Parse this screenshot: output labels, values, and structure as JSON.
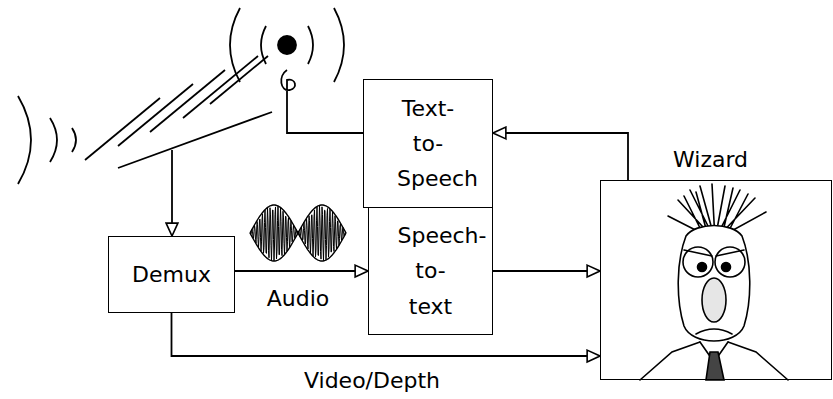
{
  "diagram": {
    "nodes": [
      {
        "text": [
          "Text-to- Speech"
        ]
      },
      {
        "text": [
          "Demux"
        ]
      },
      {
        "text": [
          "Speech- to-text"
        ]
      },
      {
        "text": [
          "Wizard"
        ]
      }
    ],
    "edges": [
      {
        "from": 1,
        "to": 2,
        "label": "Audio",
        "arrow": "to"
      },
      {
        "from": 2,
        "to": 3,
        "arrow": "to"
      },
      {
        "from": 1,
        "to": 3,
        "label": "Video/Depth",
        "arrow": "to"
      },
      {
        "from": 3,
        "to": 0,
        "arrow": "to"
      }
    ]
  }
}
